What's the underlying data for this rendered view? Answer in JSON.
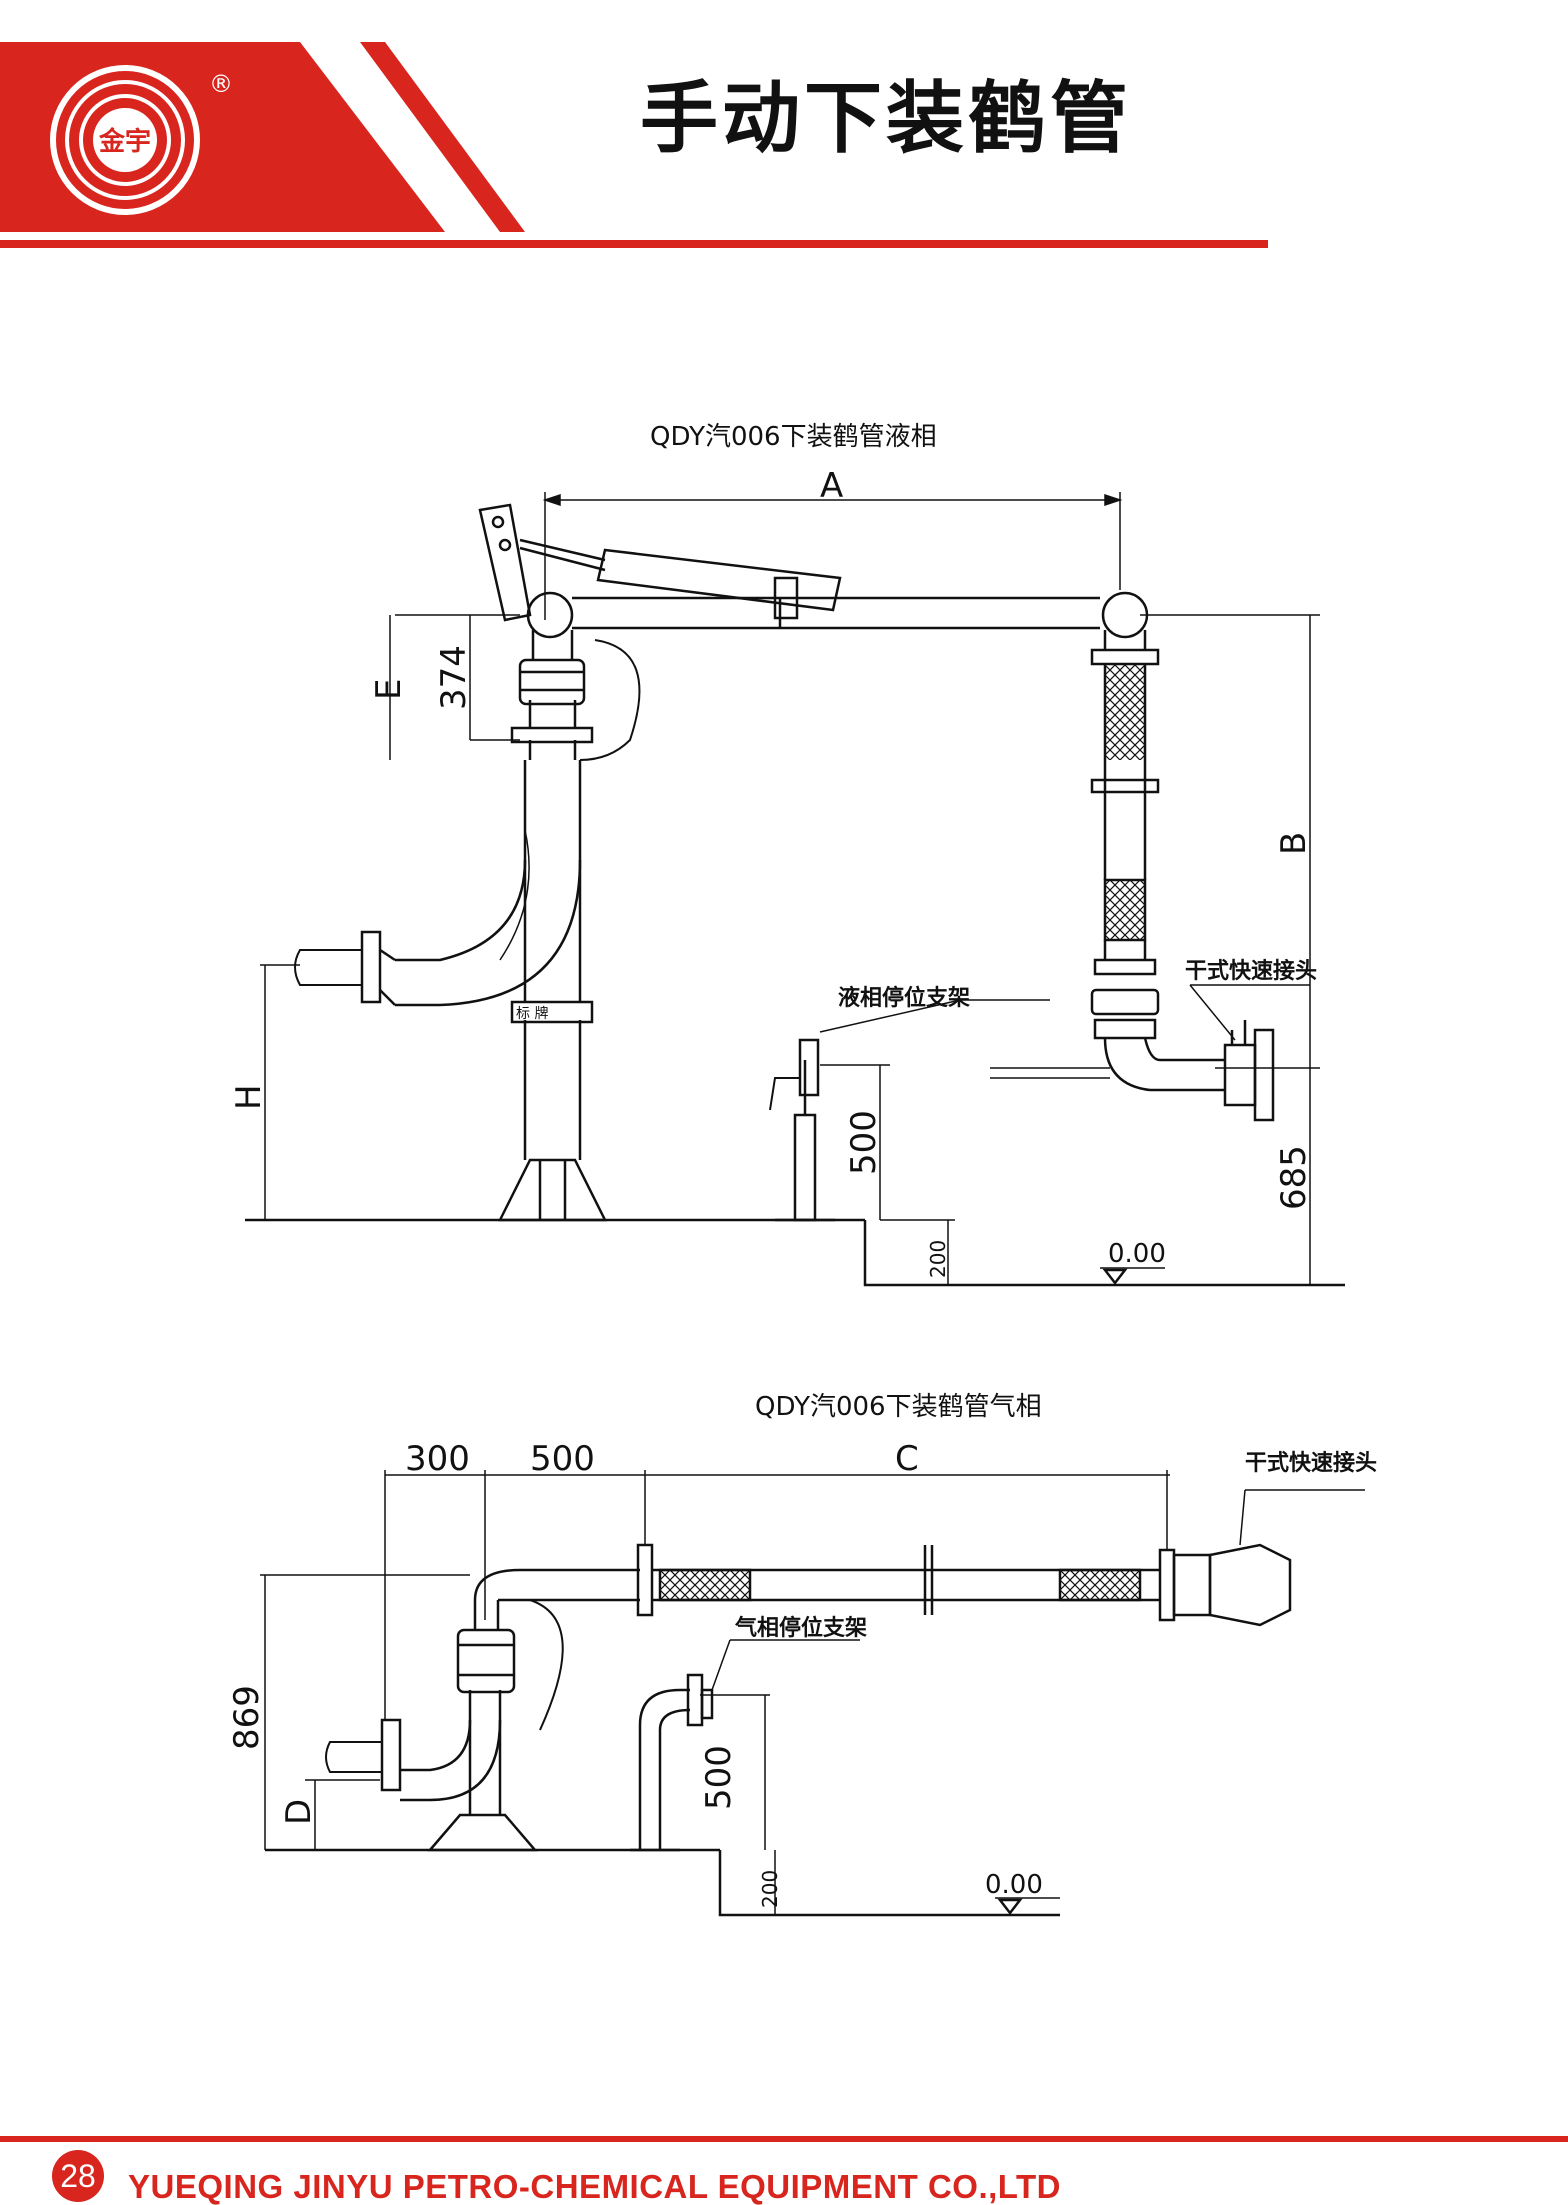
{
  "header": {
    "title": "手动下装鹤管",
    "logo_text": "金宇",
    "logo_mark": "®",
    "accent_color": "#d8261f"
  },
  "drawing1": {
    "caption": "QDY汽006下装鹤管液相",
    "dim_A": "A",
    "dim_B": "B",
    "dim_E": "E",
    "dim_H": "H",
    "dim_374": "374",
    "dim_500": "500",
    "dim_685": "685",
    "dim_200": "200",
    "level": "0.00",
    "label_support": "液相停位支架",
    "label_coupler": "干式快速接头",
    "label_base": "标  牌"
  },
  "drawing2": {
    "caption": "QDY汽006下装鹤管气相",
    "dim_300": "300",
    "dim_500_top": "500",
    "dim_C": "C",
    "dim_869": "869",
    "dim_D": "D",
    "dim_500_side": "500",
    "dim_200": "200",
    "level": "0.00",
    "label_support": "气相停位支架",
    "label_coupler": "干式快速接头"
  },
  "footer": {
    "page_number": "28",
    "company": "YUEQING JINYU PETRO-CHEMICAL EQUIPMENT CO.,LTD"
  }
}
